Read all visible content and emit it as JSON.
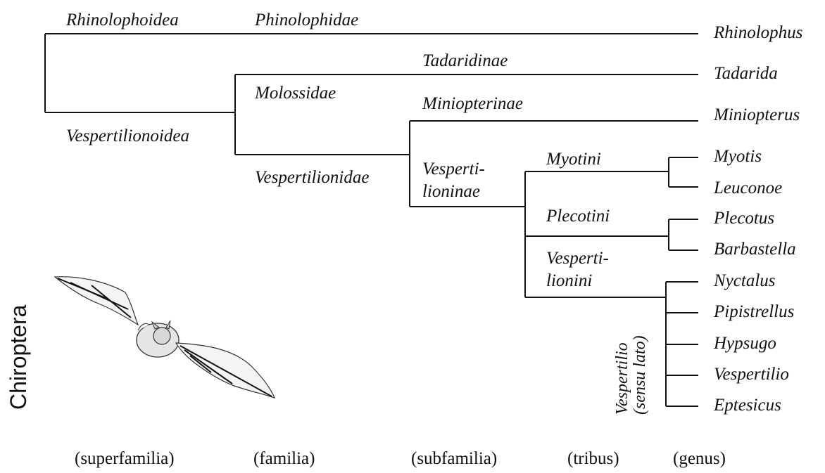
{
  "order": "Chiroptera",
  "superfamilies": {
    "rhinolophoidea": "Rhinolophoidea",
    "vespertilionoidea": "Vespertilionoidea"
  },
  "families": {
    "rhinolophidae": "Phinolophidae",
    "molossidae": "Molossidae",
    "vespertilionidae": "Vespertilionidae"
  },
  "subfamilies": {
    "tadaridinae": "Tadaridinae",
    "miniopterinae": "Miniopterinae",
    "vespertilioninae_1": "Vesperti-",
    "vespertilioninae_2": "lioninae"
  },
  "tribes": {
    "myotini": "Myotini",
    "plecotini": "Plecotini",
    "vespertilionini_1": "Vesperti-",
    "vespertilionini_2": "lionini"
  },
  "genera": {
    "rhinolophus": "Rhinolophus",
    "tadarida": "Tadarida",
    "miniopterus": "Miniopterus",
    "myotis": "Myotis",
    "leuconoe": "Leuconoe",
    "plecotus": "Plecotus",
    "barbastella": "Barbastella",
    "nyctalus": "Nyctalus",
    "pipistrellus": "Pipistrellus",
    "hypsugo": "Hypsugo",
    "vespertilio": "Vespertilio",
    "eptesicus": "Eptesicus"
  },
  "vespertilio_group": {
    "line1": "Vespertilio",
    "line2": "(sensu lato)"
  },
  "ranks": {
    "superfamilia": "(superfamilia)",
    "familia": "(familia)",
    "subfamilia": "(subfamilia)",
    "tribus": "(tribus)",
    "genus": "(genus)"
  }
}
